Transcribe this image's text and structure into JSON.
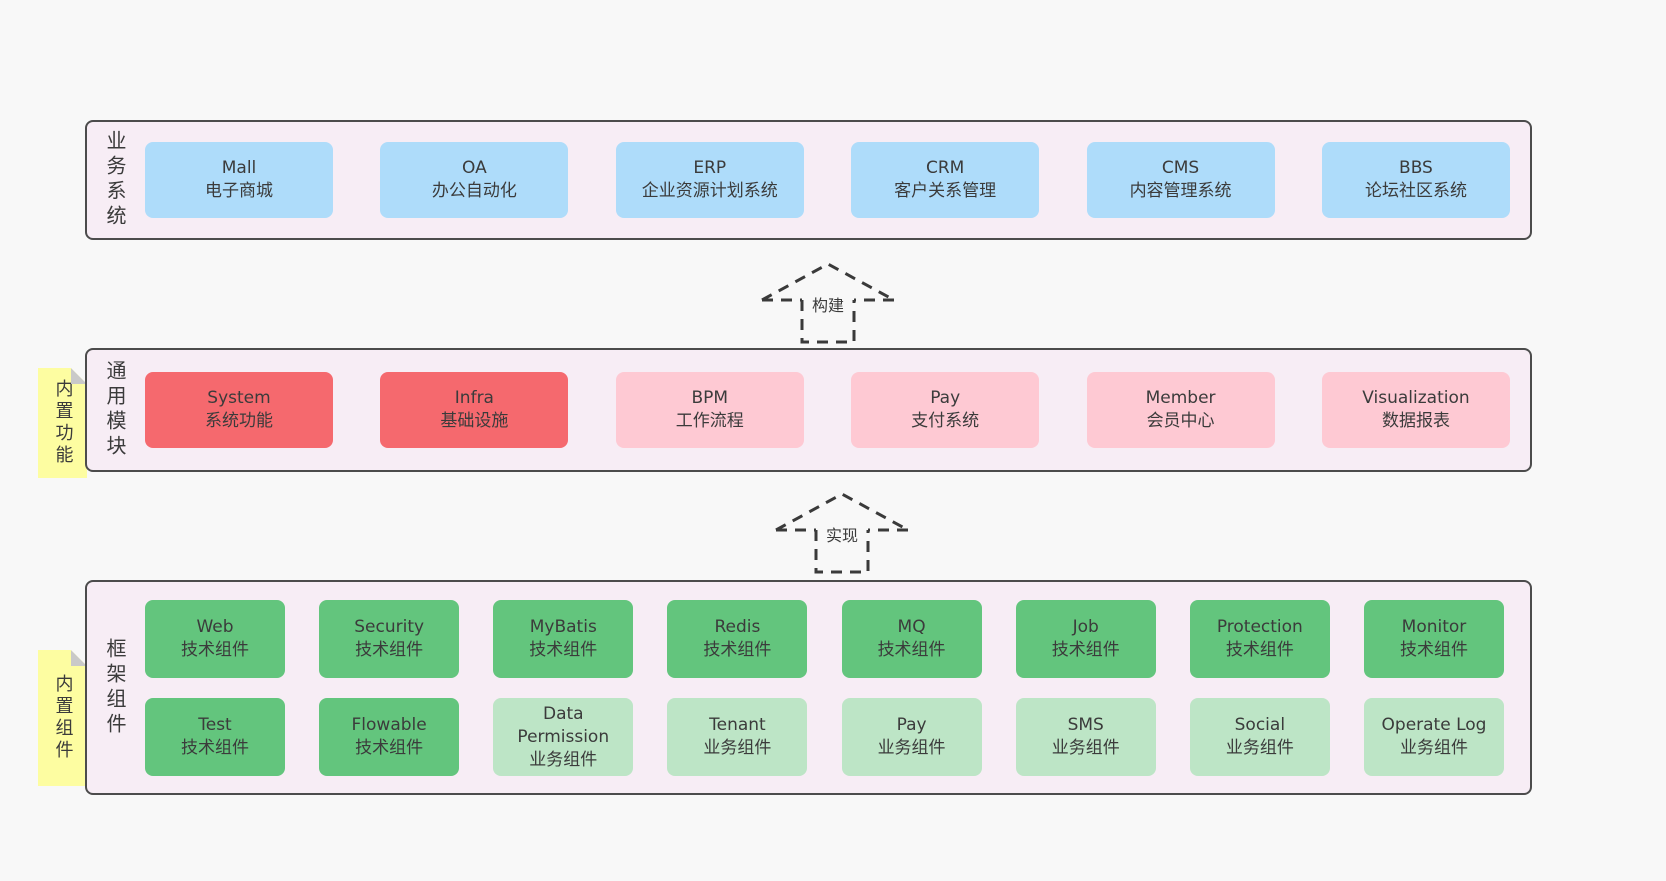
{
  "colors": {
    "page_bg": "#f8f8f8",
    "band_bg": "#f7edf5",
    "band_border": "#4c4c4c",
    "blue_box": "#aedcfa",
    "red_box": "#f5696e",
    "pink_box": "#fec9d3",
    "green_box": "#63c57d",
    "light_green_box": "#bde5c6",
    "sticky_yellow": "#fdfda1",
    "fold_gray": "#c9c9c9",
    "text": "#3b3b3b",
    "arrow_dash": "#3a3a3a"
  },
  "arrows": [
    {
      "label": "构建"
    },
    {
      "label": "实现"
    }
  ],
  "bands": [
    {
      "label": "业务系统",
      "boxes": [
        {
          "title": "Mall",
          "subtitle": "电子商城"
        },
        {
          "title": "OA",
          "subtitle": "办公自动化"
        },
        {
          "title": "ERP",
          "subtitle": "企业资源计划系统"
        },
        {
          "title": "CRM",
          "subtitle": "客户关系管理"
        },
        {
          "title": "CMS",
          "subtitle": "内容管理系统"
        },
        {
          "title": "BBS",
          "subtitle": "论坛社区系统"
        }
      ]
    },
    {
      "label": "通用模块",
      "sticky": "内置功能",
      "boxes": [
        {
          "title": "System",
          "subtitle": "系统功能"
        },
        {
          "title": "Infra",
          "subtitle": "基础设施"
        },
        {
          "title": "BPM",
          "subtitle": "工作流程"
        },
        {
          "title": "Pay",
          "subtitle": "支付系统"
        },
        {
          "title": "Member",
          "subtitle": "会员中心"
        },
        {
          "title": "Visualization",
          "subtitle": "数据报表"
        }
      ]
    },
    {
      "label": "框架组件",
      "sticky": "内置组件",
      "rows": [
        [
          {
            "title": "Web",
            "subtitle": "技术组件"
          },
          {
            "title": "Security",
            "subtitle": "技术组件"
          },
          {
            "title": "MyBatis",
            "subtitle": "技术组件"
          },
          {
            "title": "Redis",
            "subtitle": "技术组件"
          },
          {
            "title": "MQ",
            "subtitle": "技术组件"
          },
          {
            "title": "Job",
            "subtitle": "技术组件"
          },
          {
            "title": "Protection",
            "subtitle": "技术组件"
          },
          {
            "title": "Monitor",
            "subtitle": "技术组件"
          }
        ],
        [
          {
            "title": "Test",
            "subtitle": "技术组件"
          },
          {
            "title": "Flowable",
            "subtitle": "技术组件"
          },
          {
            "title": "Data Permission",
            "subtitle": "业务组件"
          },
          {
            "title": "Tenant",
            "subtitle": "业务组件"
          },
          {
            "title": "Pay",
            "subtitle": "业务组件"
          },
          {
            "title": "SMS",
            "subtitle": "业务组件"
          },
          {
            "title": "Social",
            "subtitle": "业务组件"
          },
          {
            "title": "Operate Log",
            "subtitle": "业务组件"
          }
        ]
      ]
    }
  ]
}
